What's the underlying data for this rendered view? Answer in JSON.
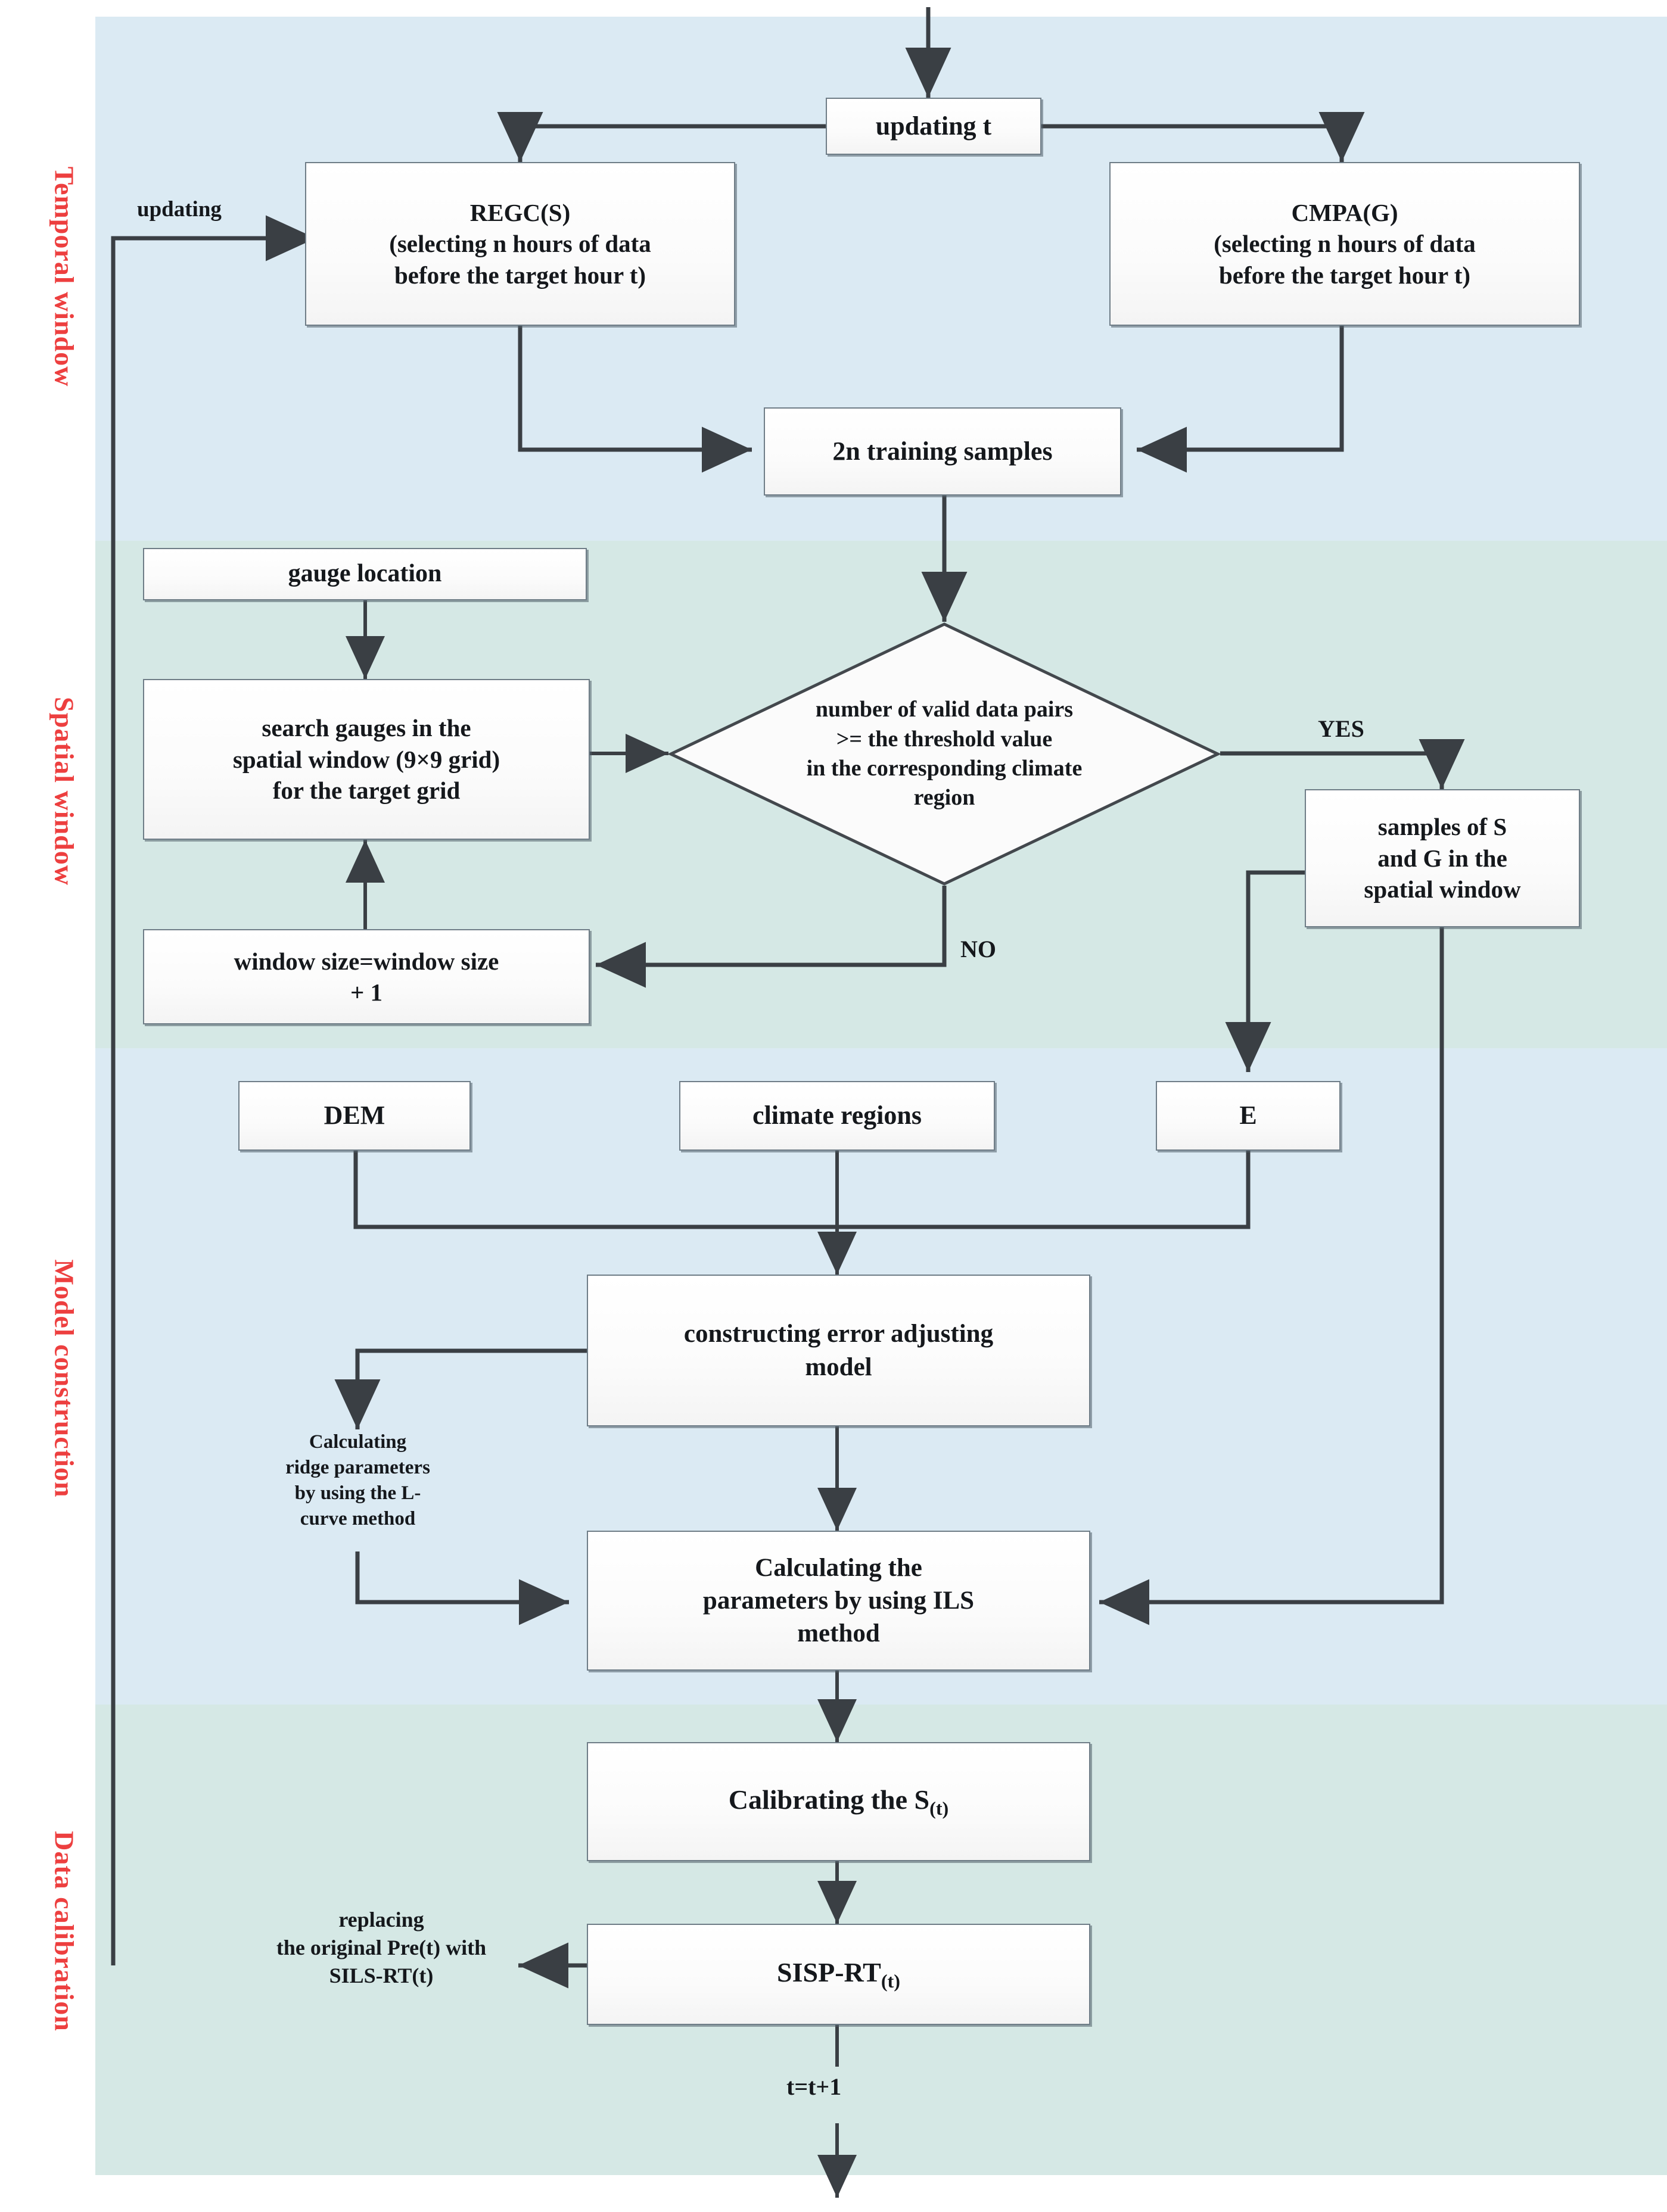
{
  "figure": {
    "type": "flowchart",
    "title": "SISP-RT real-time satellite precipitation calibration workflow"
  },
  "sections": [
    {
      "id": "temporal",
      "label": "Temporal window",
      "color": "#ed3f3f",
      "band": "#dbeaf3"
    },
    {
      "id": "spatial",
      "label": "Spatial window",
      "color": "#ed3f3f",
      "band": "#d5e8e5"
    },
    {
      "id": "model",
      "label": "Model construction",
      "color": "#ed3f3f",
      "band": "#dbeaf3"
    },
    {
      "id": "calibrate",
      "label": "Data calibration",
      "color": "#ed3f3f",
      "band": "#d5e8e5"
    }
  ],
  "nodes": {
    "updating_t": "updating t",
    "regc": "REGC(S)\n(selecting n hours of data\nbefore the target hour t)",
    "regc_line1": "REGC(S)",
    "regc_line2": "(selecting n hours of data",
    "regc_line3": "before the target hour t)",
    "cmpa_line1": "CMPA(G)",
    "cmpa_line2": "(selecting n hours of data",
    "cmpa_line3": "before the target hour t)",
    "training_samples": "2n training samples",
    "gauge_location": "gauge location",
    "search_gauges_l1": "search gauges in the",
    "search_gauges_l2": "spatial window (9×9 grid)",
    "search_gauges_l3": "for the  target grid",
    "window_size_l1": "window size=window size",
    "window_size_l2": "+ 1",
    "decision_l1": "number of valid data pairs",
    "decision_l2": ">= the threshold value",
    "decision_l3": "in the corresponding climate",
    "decision_l4": "region",
    "samples_sg_l1": "samples of S",
    "samples_sg_l2": "and G in the",
    "samples_sg_l3": "spatial window",
    "dem": "DEM",
    "climate_regions": "climate regions",
    "e_box": "E",
    "constructing_l1": "constructing error adjusting",
    "constructing_l2": "model",
    "ils_l1": "Calculating  the",
    "ils_l2": "parameters by using ILS",
    "ils_l3": "method",
    "calibrating_main": "Calibrating the S",
    "calibrating_sub": "(t)",
    "sisp_main": "SISP-RT",
    "sisp_sub": "(t)"
  },
  "free_text": {
    "ridge_l1": "Calculating",
    "ridge_l2": "ridge parameters",
    "ridge_l3": "by using the L-",
    "ridge_l4": "curve method",
    "replacing_l1": "replacing",
    "replacing_l2": "the original Pre(t) with",
    "replacing_l3": "SILS-RT(t)"
  },
  "edge_labels": {
    "updating": "updating",
    "yes": "YES",
    "no": "NO",
    "t_increment": "t=t+1"
  },
  "colors": {
    "band_blue": "#dbeaf3",
    "band_teal": "#d5e8e5",
    "section_label": "#ed3f3f",
    "node_border": "#6f7d87",
    "node_fill": "#fbfbfb",
    "wire": "#3a3f44",
    "text": "#15181c"
  }
}
